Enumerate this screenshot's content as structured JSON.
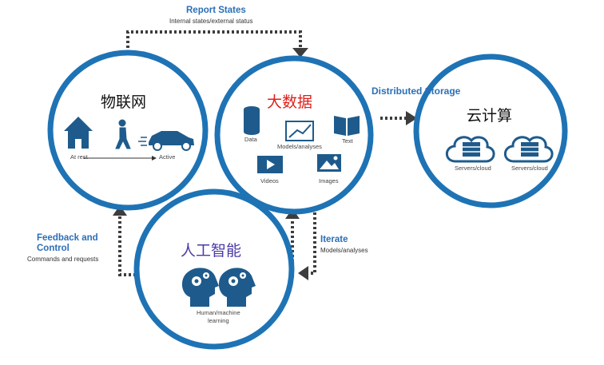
{
  "report_states": {
    "title": "Report States",
    "subtitle": "Internal states/external status"
  },
  "distributed_storage": {
    "title": "Distributed Storage"
  },
  "feedback": {
    "title_line1": "Feedback and",
    "title_line2": "Control",
    "subtitle": "Commands and requests"
  },
  "iterate": {
    "title": "Iterate",
    "subtitle": "Models/analyses"
  },
  "iot": {
    "title": "物联网",
    "caption_left": "At rest",
    "caption_right": "Active"
  },
  "bigdata": {
    "title": "大数据",
    "items": {
      "data": "Data",
      "models": "Models/analyses",
      "text": "Text",
      "videos": "Videos",
      "images": "Images"
    }
  },
  "cloud": {
    "title": "云计算",
    "server1": "Servers/cloud",
    "server2": "Servers/cloud"
  },
  "ai": {
    "title": "人工智能",
    "caption_line1": "Human/machine",
    "caption_line2": "learning"
  },
  "colors": {
    "ring": "#1e73b5",
    "icon": "#1e5b8c",
    "arrow": "#3d3d3d",
    "label_blue": "#2a6fb6",
    "iot_title": "#111111",
    "bigdata_title": "#e0201b",
    "cloud_title": "#111111",
    "ai_title": "#4a3aa8"
  }
}
